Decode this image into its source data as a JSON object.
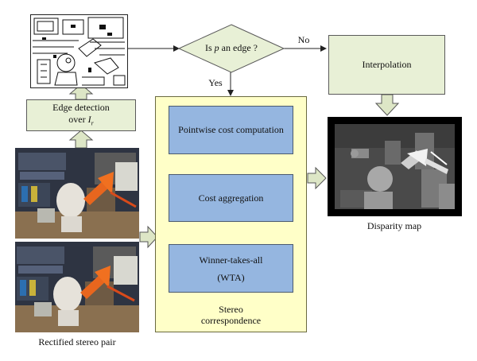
{
  "edge_detection": {
    "line1": "Edge detection",
    "line2_prefix": "over ",
    "line2_var": "I",
    "line2_sub": "r"
  },
  "decision": {
    "prefix": "Is ",
    "var": "p",
    "suffix": " an edge ?"
  },
  "branch_no": "No",
  "branch_yes": "Yes",
  "interpolation": "Interpolation",
  "pointwise": "Pointwise cost computation",
  "aggregation": "Cost aggregation",
  "wta": {
    "line1": "Winner-takes-all",
    "line2": "(WTA)"
  },
  "stereo": {
    "line1": "Stereo",
    "line2": "correspondence"
  },
  "disparity_label": "Disparity map",
  "stereo_pair_label": "Rectified stereo pair"
}
